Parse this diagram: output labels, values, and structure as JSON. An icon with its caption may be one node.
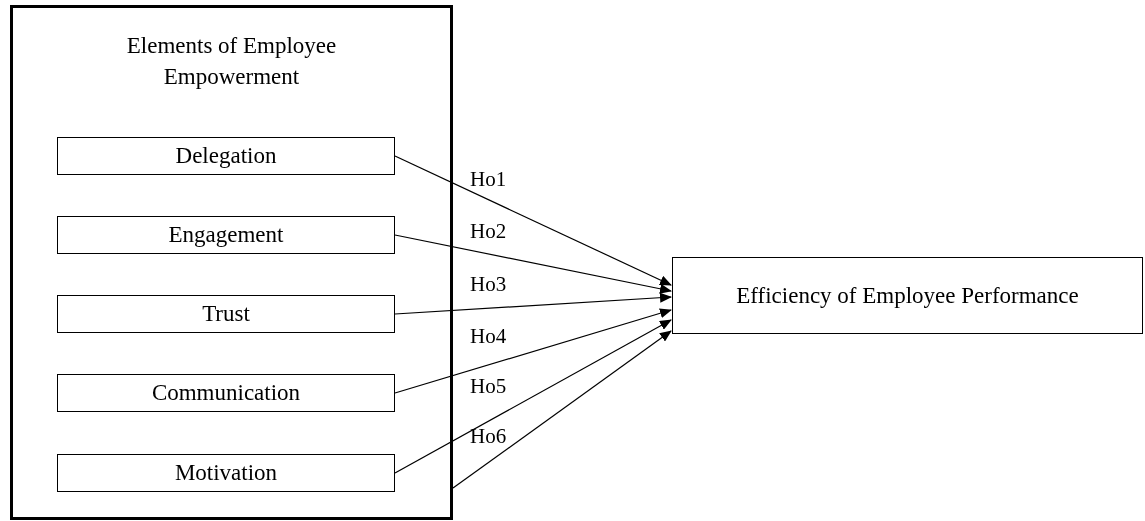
{
  "diagram": {
    "nodes": [
      {
        "text": [
          "Elements of Employee Empowerment"
        ]
      },
      {
        "text": [
          "Delegation"
        ],
        "in": 0
      },
      {
        "text": [
          "Engagement"
        ],
        "in": 0
      },
      {
        "text": [
          "Trust"
        ],
        "in": 0
      },
      {
        "text": [
          "Communication"
        ],
        "in": 0
      },
      {
        "text": [
          "Motivation"
        ],
        "in": 0
      },
      {
        "text": [
          "Efficiency of Employee Performance"
        ]
      }
    ],
    "edges": [
      {
        "from": 1,
        "to": 6,
        "arrow": "to",
        "label": "Ho1"
      },
      {
        "from": 2,
        "to": 6,
        "arrow": "to",
        "label": "Ho2"
      },
      {
        "from": 3,
        "to": 6,
        "arrow": "to",
        "label": "Ho3"
      },
      {
        "from": 4,
        "to": 6,
        "arrow": "to",
        "label": "Ho4"
      },
      {
        "from": 5,
        "to": 6,
        "arrow": "to",
        "label": "Ho5"
      },
      {
        "from": 0,
        "to": 6,
        "arrow": "to",
        "label": "Ho6"
      }
    ]
  }
}
